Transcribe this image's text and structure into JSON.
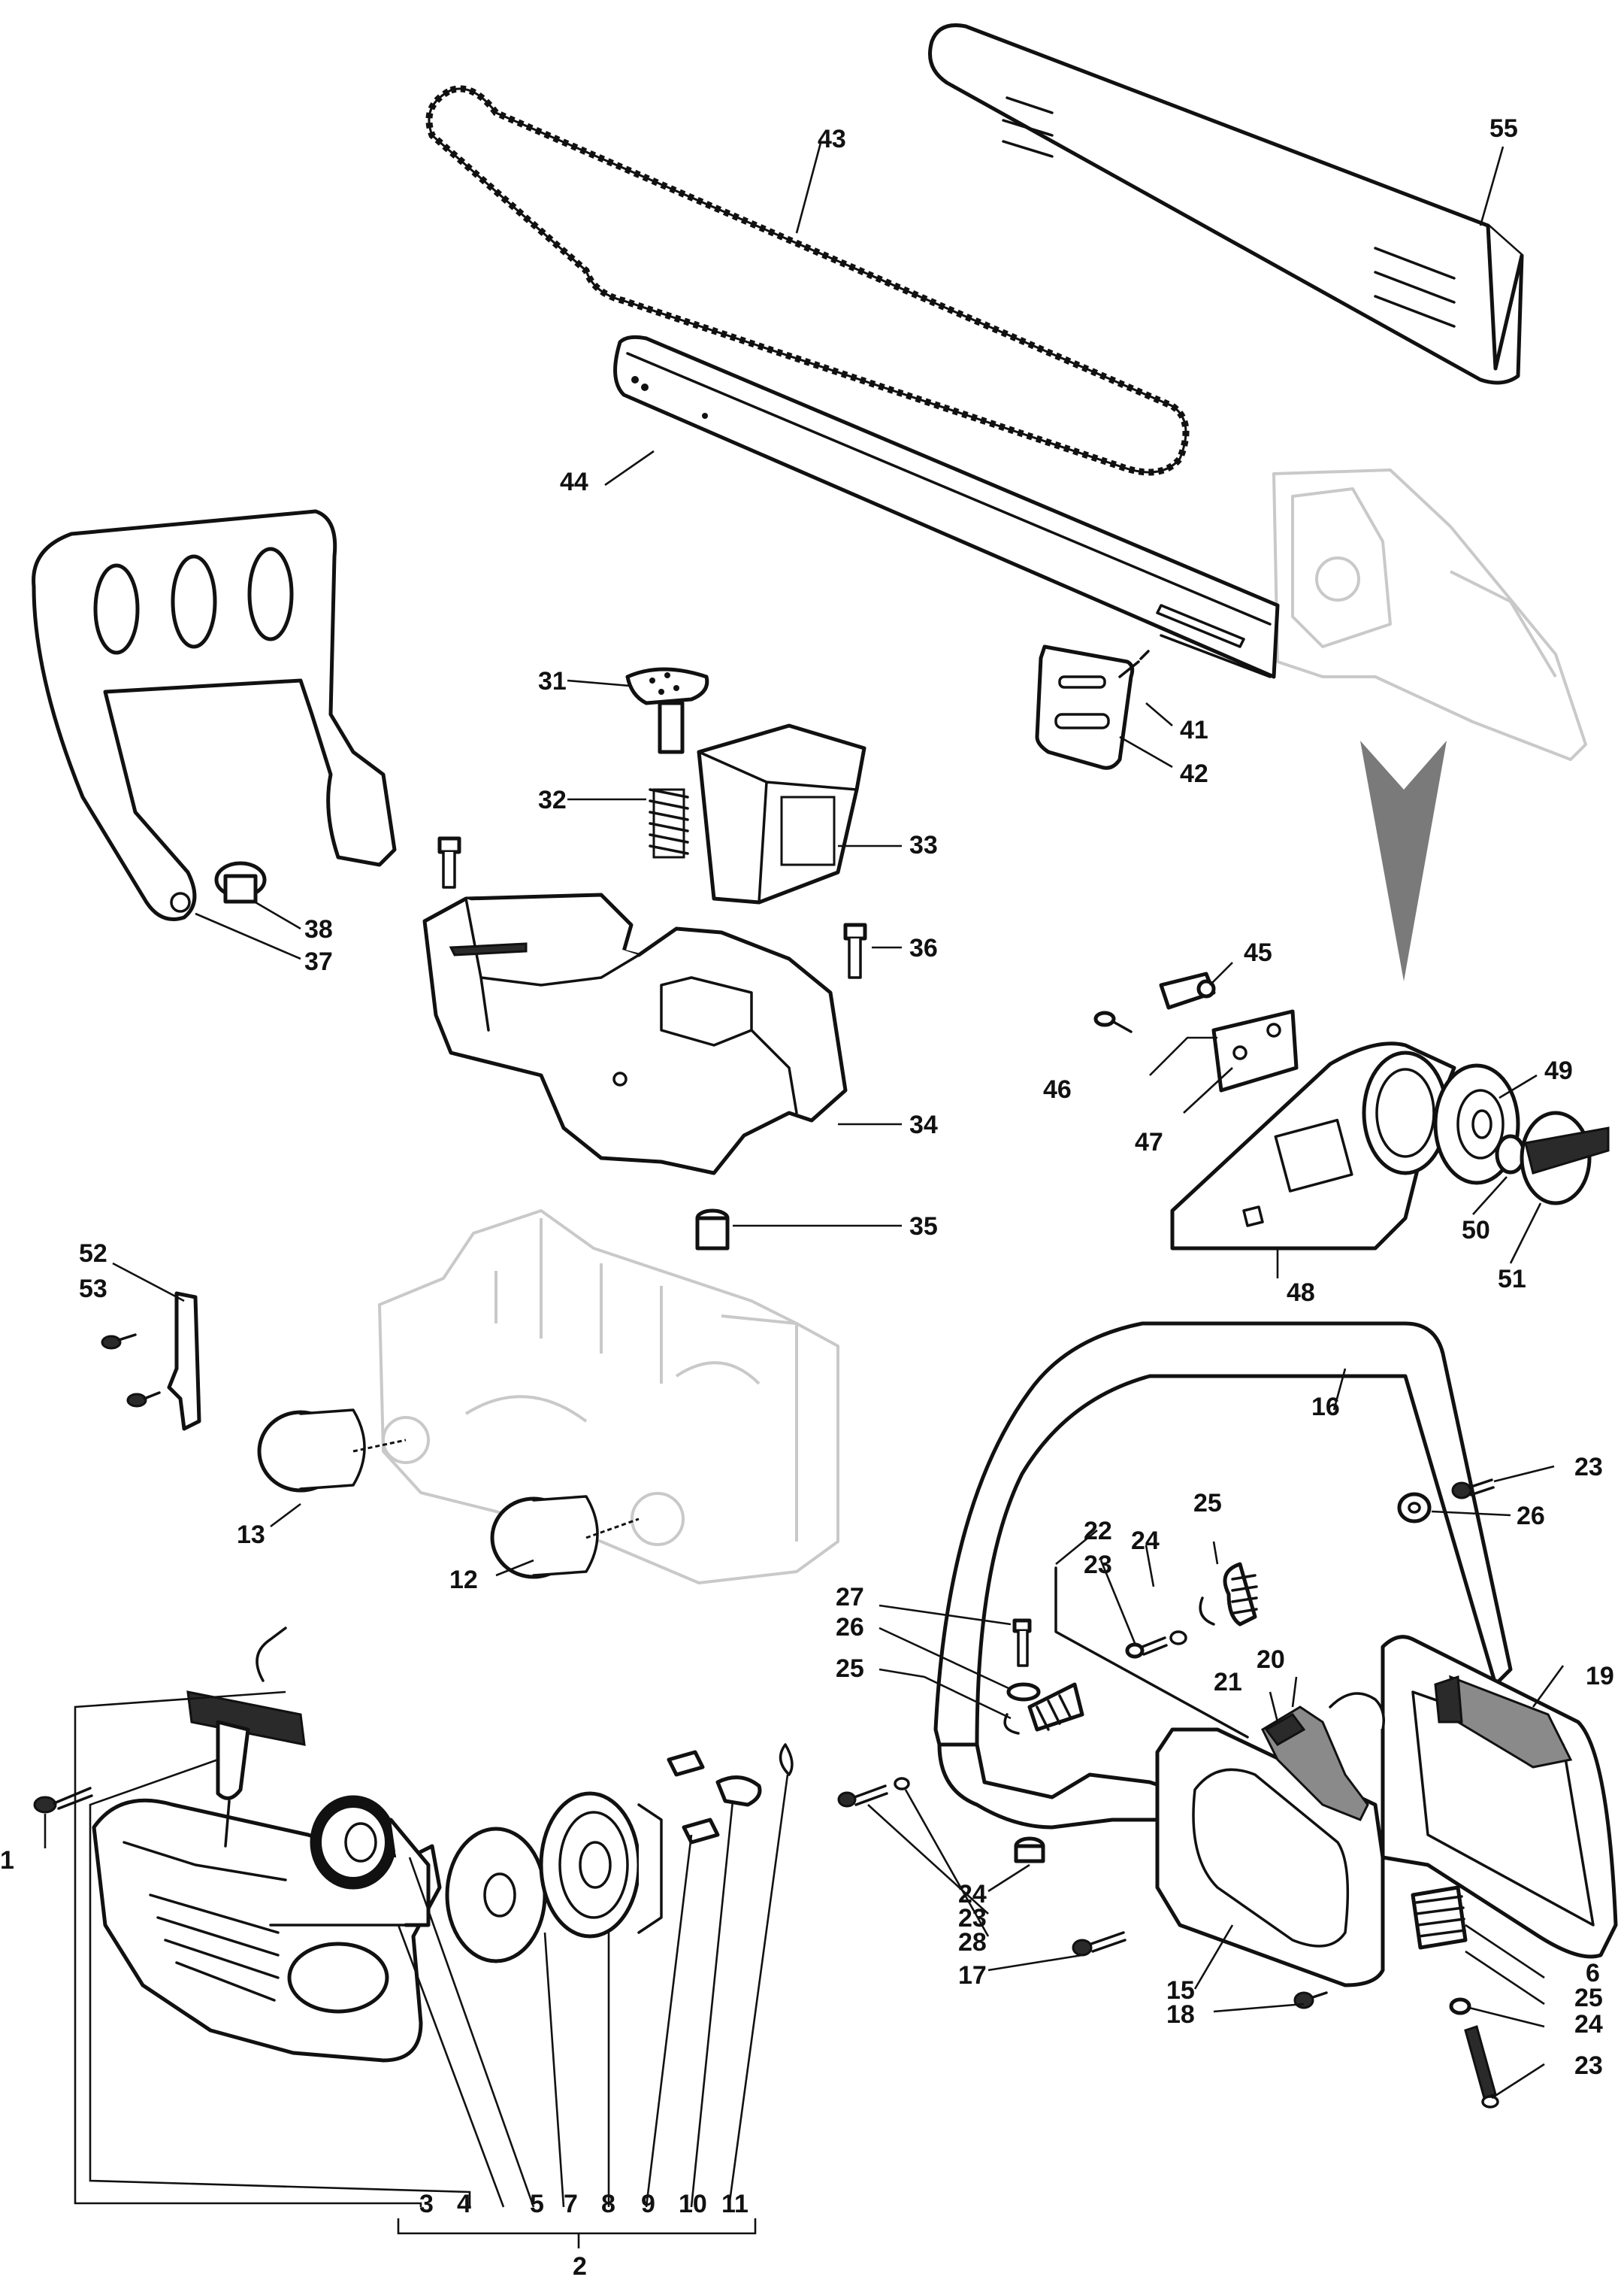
{
  "labels": {
    "l1": "1",
    "l2": "2",
    "l3": "3",
    "l4": "4",
    "l5": "5",
    "l6": "6",
    "l7": "7",
    "l8": "8",
    "l9": "9",
    "l10": "10",
    "l11": "11",
    "l12": "12",
    "l13": "13",
    "l15": "15",
    "l16": "16",
    "l17": "17",
    "l18": "18",
    "l19": "19",
    "l20": "20",
    "l21": "21",
    "l22": "22",
    "l23": "23",
    "l24": "24",
    "l25": "25",
    "l26": "26",
    "l27": "27",
    "l28": "28",
    "l31": "31",
    "l32": "32",
    "l33": "33",
    "l34": "34",
    "l35": "35",
    "l36": "36",
    "l37": "37",
    "l38": "38",
    "l41": "41",
    "l42": "42",
    "l43": "43",
    "l44": "44",
    "l45": "45",
    "l46": "46",
    "l47": "47",
    "l48": "48",
    "l49": "49",
    "l50": "50",
    "l51": "51",
    "l52": "52",
    "l53": "53",
    "l55": "55"
  }
}
